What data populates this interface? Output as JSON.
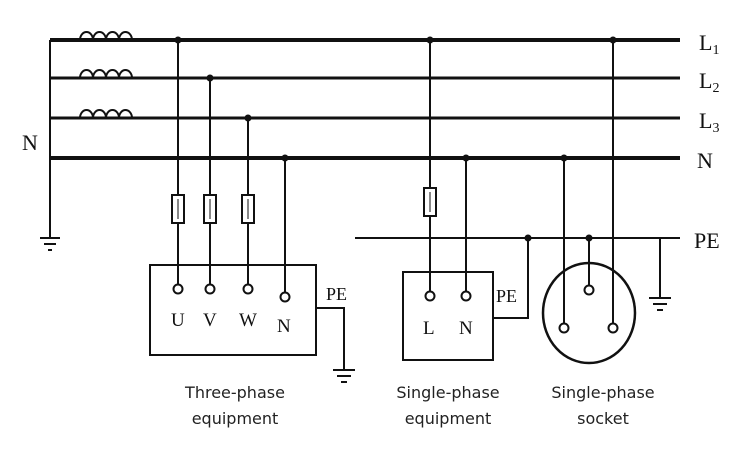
{
  "labels": {
    "line1": "L",
    "line1_sub": "1",
    "line2": "L",
    "line2_sub": "2",
    "line3": "L",
    "line3_sub": "3",
    "neutral_right": "N",
    "neutral_left": "N",
    "protective_earth": "PE"
  },
  "three_phase": {
    "terminals": [
      "U",
      "V",
      "W",
      "N"
    ],
    "pe_label": "PE",
    "caption_line1": "Three-phase",
    "caption_line2": "equipment"
  },
  "single_phase_equipment": {
    "terminals": [
      "L",
      "N"
    ],
    "pe_label": "PE",
    "caption_line1": "Single-phase",
    "caption_line2": "equipment"
  },
  "single_phase_socket": {
    "caption_line1": "Single-phase",
    "caption_line2": "socket"
  },
  "colors": {
    "wire": "#111111",
    "background": "#ffffff"
  }
}
